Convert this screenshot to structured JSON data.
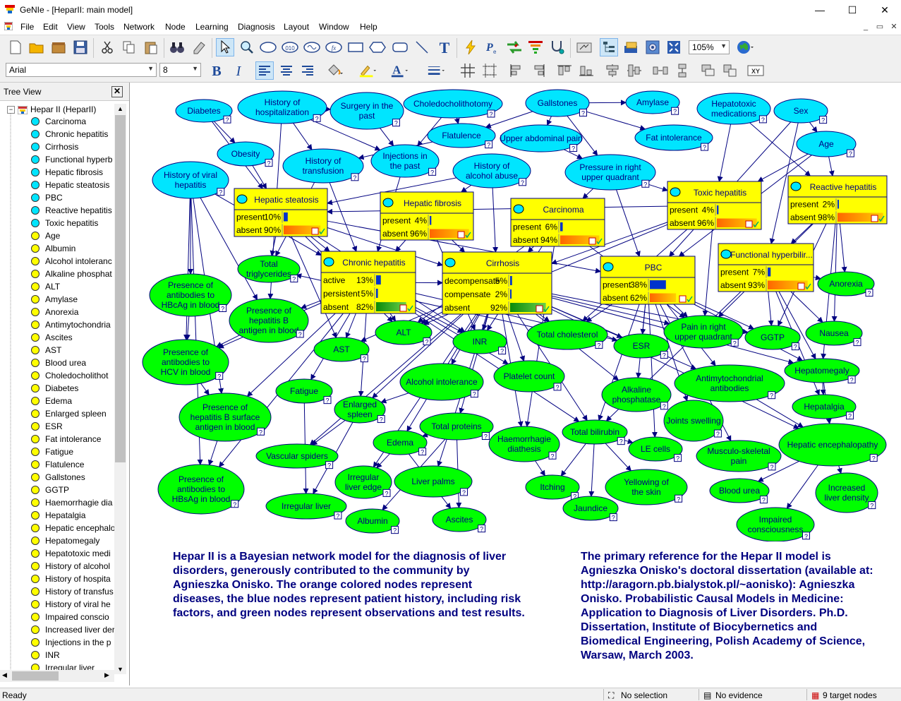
{
  "window": {
    "app": "GeNIe",
    "title": "GeNIe - [HeparII: main model]",
    "minimize": "—",
    "maximize": "☐",
    "close": "✕"
  },
  "menu": [
    "File",
    "Edit",
    "View",
    "Tools",
    "Network",
    "Node",
    "Learning",
    "Diagnosis",
    "Layout",
    "Window",
    "Help"
  ],
  "toolbar": {
    "zoom": "105%",
    "font": "Arial",
    "font_size": "8"
  },
  "tree": {
    "header": "Tree View",
    "close": "✕",
    "root": "Hepar II (HeparII)",
    "items": [
      {
        "label": "Carcinoma",
        "kind": "cyan"
      },
      {
        "label": "Chronic hepatitis",
        "kind": "cyan"
      },
      {
        "label": "Cirrhosis",
        "kind": "cyan"
      },
      {
        "label": "Functional hyperb",
        "kind": "cyan"
      },
      {
        "label": "Hepatic fibrosis",
        "kind": "cyan"
      },
      {
        "label": "Hepatic steatosis",
        "kind": "cyan"
      },
      {
        "label": "PBC",
        "kind": "cyan"
      },
      {
        "label": "Reactive hepatitis",
        "kind": "cyan"
      },
      {
        "label": "Toxic hepatitis",
        "kind": "cyan"
      },
      {
        "label": "Age",
        "kind": "yellow"
      },
      {
        "label": "Albumin",
        "kind": "yellow"
      },
      {
        "label": "Alcohol intoleranc",
        "kind": "yellow"
      },
      {
        "label": "Alkaline phosphat",
        "kind": "yellow"
      },
      {
        "label": "ALT",
        "kind": "yellow"
      },
      {
        "label": "Amylase",
        "kind": "yellow"
      },
      {
        "label": "Anorexia",
        "kind": "yellow"
      },
      {
        "label": "Antimytochondria",
        "kind": "yellow"
      },
      {
        "label": "Ascites",
        "kind": "yellow"
      },
      {
        "label": "AST",
        "kind": "yellow"
      },
      {
        "label": "Blood urea",
        "kind": "yellow"
      },
      {
        "label": "Choledocholithot",
        "kind": "yellow"
      },
      {
        "label": "Diabetes",
        "kind": "yellow"
      },
      {
        "label": "Edema",
        "kind": "yellow"
      },
      {
        "label": "Enlarged spleen",
        "kind": "yellow"
      },
      {
        "label": "ESR",
        "kind": "yellow"
      },
      {
        "label": "Fat intolerance",
        "kind": "yellow"
      },
      {
        "label": "Fatigue",
        "kind": "yellow"
      },
      {
        "label": "Flatulence",
        "kind": "yellow"
      },
      {
        "label": "Gallstones",
        "kind": "yellow"
      },
      {
        "label": "GGTP",
        "kind": "yellow"
      },
      {
        "label": "Haemorrhagie dia",
        "kind": "yellow"
      },
      {
        "label": "Hepatalgia",
        "kind": "yellow"
      },
      {
        "label": "Hepatic encephalo",
        "kind": "yellow"
      },
      {
        "label": "Hepatomegaly",
        "kind": "yellow"
      },
      {
        "label": "Hepatotoxic medi",
        "kind": "yellow"
      },
      {
        "label": "History of alcohol",
        "kind": "yellow"
      },
      {
        "label": "History of hospita",
        "kind": "yellow"
      },
      {
        "label": "History of transfus",
        "kind": "yellow"
      },
      {
        "label": "History of viral he",
        "kind": "yellow"
      },
      {
        "label": "Impaired conscio",
        "kind": "yellow"
      },
      {
        "label": "Increased liver der",
        "kind": "yellow"
      },
      {
        "label": "Injections in the p",
        "kind": "yellow"
      },
      {
        "label": "INR",
        "kind": "yellow"
      },
      {
        "label": "Irregular liver",
        "kind": "yellow"
      }
    ]
  },
  "network": {
    "history_nodes": [
      {
        "id": "diabetes",
        "lines": [
          "Diabetes"
        ]
      },
      {
        "id": "hosp",
        "lines": [
          "History of",
          "hospitalization"
        ]
      },
      {
        "id": "surgery",
        "lines": [
          "Surgery in the",
          "past"
        ]
      },
      {
        "id": "chol",
        "lines": [
          "Choledocholithotomy"
        ]
      },
      {
        "id": "gall",
        "lines": [
          "Gallstones"
        ]
      },
      {
        "id": "amylase",
        "lines": [
          "Amylase"
        ]
      },
      {
        "id": "hepmed",
        "lines": [
          "Hepatotoxic",
          "medications"
        ]
      },
      {
        "id": "sex",
        "lines": [
          "Sex"
        ]
      },
      {
        "id": "obesity",
        "lines": [
          "Obesity"
        ]
      },
      {
        "id": "flat",
        "lines": [
          "Flatulence"
        ]
      },
      {
        "id": "upper",
        "lines": [
          "Upper abdominal pain"
        ]
      },
      {
        "id": "fatint",
        "lines": [
          "Fat intolerance"
        ]
      },
      {
        "id": "age",
        "lines": [
          "Age"
        ]
      },
      {
        "id": "transf",
        "lines": [
          "History of",
          "transfusion"
        ]
      },
      {
        "id": "inj",
        "lines": [
          "Injections in",
          "the past"
        ]
      },
      {
        "id": "alcabuse",
        "lines": [
          "History of",
          "alcohol abuse"
        ]
      },
      {
        "id": "pruq",
        "lines": [
          "Pressure in right",
          "upper quadrant"
        ]
      },
      {
        "id": "viral",
        "lines": [
          "History of viral",
          "hepatitis"
        ]
      }
    ],
    "disease_nodes": [
      {
        "id": "steat",
        "title": "Hepatic steatosis",
        "states": [
          {
            "label": "present",
            "pct": "10%",
            "p": 0.1
          },
          {
            "label": "absent",
            "pct": "90%",
            "p": 0.9
          }
        ]
      },
      {
        "id": "fib",
        "title": "Hepatic fibrosis",
        "states": [
          {
            "label": "present",
            "pct": "4%",
            "p": 0.04
          },
          {
            "label": "absent",
            "pct": "96%",
            "p": 0.96
          }
        ]
      },
      {
        "id": "carc",
        "title": "Carcinoma",
        "states": [
          {
            "label": "present",
            "pct": "6%",
            "p": 0.06
          },
          {
            "label": "absent",
            "pct": "94%",
            "p": 0.94
          }
        ]
      },
      {
        "id": "toxic",
        "title": "Toxic hepatitis",
        "states": [
          {
            "label": "present",
            "pct": "4%",
            "p": 0.04
          },
          {
            "label": "absent",
            "pct": "96%",
            "p": 0.96
          }
        ]
      },
      {
        "id": "react",
        "title": "Reactive hepatitis",
        "states": [
          {
            "label": "present",
            "pct": "2%",
            "p": 0.02
          },
          {
            "label": "absent",
            "pct": "98%",
            "p": 0.98
          }
        ]
      },
      {
        "id": "chron",
        "title": "Chronic hepatitis",
        "states": [
          {
            "label": "active",
            "pct": "13%",
            "p": 0.13
          },
          {
            "label": "persistent",
            "pct": "5%",
            "p": 0.05
          },
          {
            "label": "absent",
            "pct": "82%",
            "p": 0.82
          }
        ]
      },
      {
        "id": "cirr",
        "title": "Cirrhosis",
        "states": [
          {
            "label": "decompensate",
            "pct": "5%",
            "p": 0.05
          },
          {
            "label": "compensate",
            "pct": "2%",
            "p": 0.02
          },
          {
            "label": "absent",
            "pct": "92%",
            "p": 0.92
          }
        ]
      },
      {
        "id": "pbc",
        "title": "PBC",
        "states": [
          {
            "label": "present",
            "pct": "38%",
            "p": 0.38
          },
          {
            "label": "absent",
            "pct": "62%",
            "p": 0.62
          }
        ]
      },
      {
        "id": "func",
        "title": "Functional hyperbilir...",
        "states": [
          {
            "label": "present",
            "pct": "7%",
            "p": 0.07
          },
          {
            "label": "absent",
            "pct": "93%",
            "p": 0.93
          }
        ]
      }
    ],
    "symptom_nodes": [
      {
        "id": "trigly",
        "lines": [
          "Total",
          "triglycerides"
        ]
      },
      {
        "id": "hbcag",
        "lines": [
          "Presence of",
          "antibodies to",
          "HBcAg in blood"
        ]
      },
      {
        "id": "hbag",
        "lines": [
          "Presence of",
          "hepatitis B",
          "antigen in blood"
        ]
      },
      {
        "id": "alt",
        "lines": [
          "ALT"
        ]
      },
      {
        "id": "ast",
        "lines": [
          "AST"
        ]
      },
      {
        "id": "inr",
        "lines": [
          "INR"
        ]
      },
      {
        "id": "chol2",
        "lines": [
          "Total cholesterol"
        ]
      },
      {
        "id": "esr",
        "lines": [
          "ESR"
        ]
      },
      {
        "id": "pain",
        "lines": [
          "Pain in right",
          "upper quadrant"
        ]
      },
      {
        "id": "ggtp",
        "lines": [
          "GGTP"
        ]
      },
      {
        "id": "nausea",
        "lines": [
          "Nausea"
        ]
      },
      {
        "id": "anorexia",
        "lines": [
          "Anorexia"
        ]
      },
      {
        "id": "hcv",
        "lines": [
          "Presence of",
          "antibodies to",
          "HCV in blood"
        ]
      },
      {
        "id": "fatigue",
        "lines": [
          "Fatigue"
        ]
      },
      {
        "id": "alcint",
        "lines": [
          "Alcohol intolerance"
        ]
      },
      {
        "id": "platelet",
        "lines": [
          "Platelet count"
        ]
      },
      {
        "id": "alkph",
        "lines": [
          "Alkaline",
          "phosphatase"
        ]
      },
      {
        "id": "antimyt",
        "lines": [
          "Antimytochondrial",
          "antibodies"
        ]
      },
      {
        "id": "hepatomeg",
        "lines": [
          "Hepatomegaly"
        ]
      },
      {
        "id": "surface",
        "lines": [
          "Presence of",
          "hepatitis B surface",
          "antigen in blood"
        ]
      },
      {
        "id": "spleen",
        "lines": [
          "Enlarged",
          "spleen"
        ]
      },
      {
        "id": "totprot",
        "lines": [
          "Total proteins"
        ]
      },
      {
        "id": "edema",
        "lines": [
          "Edema"
        ]
      },
      {
        "id": "haem",
        "lines": [
          "Haemorrhagie",
          "diathesis"
        ]
      },
      {
        "id": "bili",
        "lines": [
          "Total bilirubin"
        ]
      },
      {
        "id": "joints",
        "lines": [
          "Joints swelling"
        ]
      },
      {
        "id": "hepatalgia",
        "lines": [
          "Hepatalgia"
        ]
      },
      {
        "id": "spiders",
        "lines": [
          "Vascular spiders"
        ]
      },
      {
        "id": "irrliver",
        "lines": [
          "Irregular",
          "liver edge"
        ]
      },
      {
        "id": "palms",
        "lines": [
          "Liver palms"
        ]
      },
      {
        "id": "lecells",
        "lines": [
          "LE cells"
        ]
      },
      {
        "id": "musc",
        "lines": [
          "Musculo-skeletal",
          "pain"
        ]
      },
      {
        "id": "enceph",
        "lines": [
          "Hepatic encephalopathy"
        ]
      },
      {
        "id": "hbsag",
        "lines": [
          "Presence of",
          "antibodies to",
          "HBsAg in blood"
        ]
      },
      {
        "id": "itching",
        "lines": [
          "Itching"
        ]
      },
      {
        "id": "yellow",
        "lines": [
          "Yellowing of",
          "the skin"
        ]
      },
      {
        "id": "bloodurea",
        "lines": [
          "Blood urea"
        ]
      },
      {
        "id": "density",
        "lines": [
          "Increased",
          "liver density"
        ]
      },
      {
        "id": "irregular",
        "lines": [
          "Irregular liver"
        ]
      },
      {
        "id": "albumin",
        "lines": [
          "Albumin"
        ]
      },
      {
        "id": "ascites",
        "lines": [
          "Ascites"
        ]
      },
      {
        "id": "jaundice",
        "lines": [
          "Jaundice"
        ]
      },
      {
        "id": "impaired",
        "lines": [
          "Impaired",
          "consciousness"
        ]
      }
    ]
  },
  "description": {
    "left": [
      "Hepar II is a Bayesian network model for the diagnosis of liver",
      "disorders, generously contributed to the community by",
      "Agnieszka Onisko. The orange colored nodes represent",
      "diseases, the blue nodes represent patient history, including risk",
      "factors, and green nodes represent observations and test results."
    ],
    "right": [
      "The primary reference for the Hepar II model is",
      "Agnieszka Onisko's doctoral dissertation (available at:",
      "http://aragorn.pb.bialystok.pl/~aonisko): Agnieszka",
      "Onisko. Probabilistic Causal Models in Medicine:",
      "Application to Diagnosis of Liver Disorders. Ph.D.",
      "Dissertation, Institute of Biocybernetics and",
      "Biomedical Engineering, Polish Academy of Science,",
      "Warsaw, March 2003."
    ]
  },
  "status": {
    "ready": "Ready",
    "selection": "No selection",
    "evidence": "No evidence",
    "targets": "9 target nodes"
  },
  "colors": {
    "history": "#00e5ff",
    "disease": "#ffff00",
    "symptom": "#00ff00",
    "edge": "#000080",
    "text_blue": "#000080",
    "bar_blue": "#0033cc",
    "bar_orange": "#ff9900"
  }
}
